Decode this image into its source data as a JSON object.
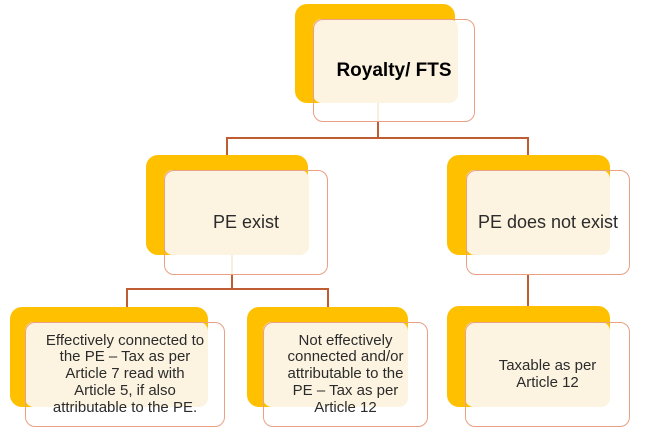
{
  "diagram": {
    "type": "flowchart",
    "title": "Royalty/ FTS",
    "nodes": {
      "root": {
        "label": "Royalty/ FTS"
      },
      "pe_exist": {
        "label": "PE exist"
      },
      "pe_not_exist": {
        "label": "PE does not exist"
      },
      "effectively_connected": {
        "label": "Effectively connected to\nthe PE – Tax as per\nArticle 7 read with\nArticle 5, if also\nattributable to the PE."
      },
      "not_effectively_connected": {
        "label": "Not effectively\nconnected and/or\nattributable to the\nPE – Tax as per\nArticle 12"
      },
      "taxable": {
        "label": "Taxable as per\nArticle 12"
      }
    },
    "edges": [
      {
        "from": "root",
        "to": "pe_exist"
      },
      {
        "from": "root",
        "to": "pe_not_exist"
      },
      {
        "from": "pe_exist",
        "to": "effectively_connected"
      },
      {
        "from": "pe_exist",
        "to": "not_effectively_connected"
      },
      {
        "from": "pe_not_exist",
        "to": "taxable"
      }
    ]
  },
  "colors": {
    "yellow": "#FFC000",
    "cream": "#FCF4E1",
    "outline": "#E9A083",
    "connector": "#BE5C32",
    "connector_faint": "#F6EEDE",
    "text": "#2B2B2B",
    "title_text": "#000000",
    "background": "#FFFFFF"
  }
}
